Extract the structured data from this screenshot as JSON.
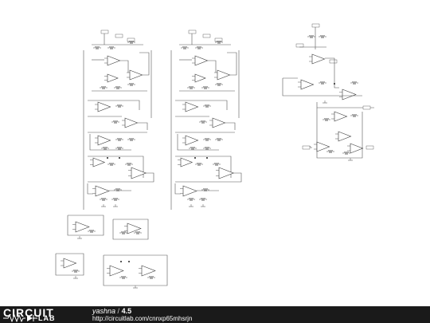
{
  "footer": {
    "logo_top": "CIRCUIT",
    "logo_bottom": "LAB",
    "author": "yashna",
    "separator": "/",
    "title": "4.5",
    "url": "http://circuitlab.com/cnnxp65mhsrjn"
  },
  "colors": {
    "wire": "#555555",
    "footer_bg": "#1a1a1a",
    "footer_text": "#ffffff"
  }
}
